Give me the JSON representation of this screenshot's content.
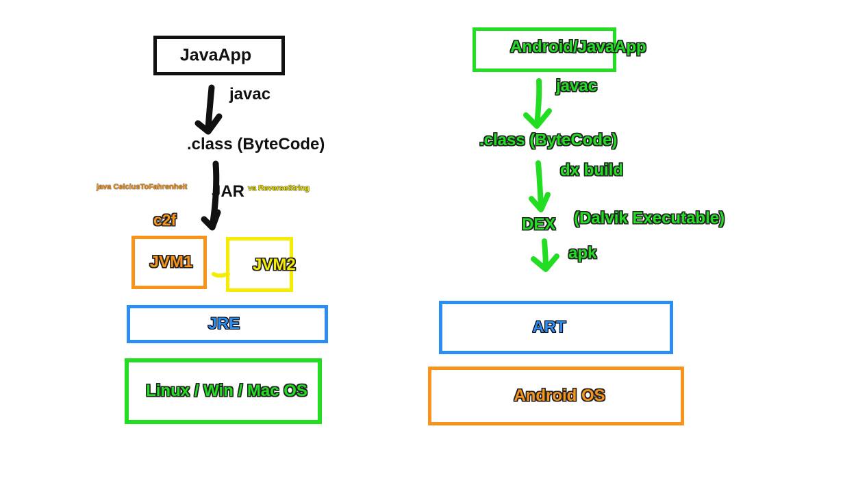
{
  "colors": {
    "black": "#111111",
    "green": "#22dd22",
    "orange": "#f7941d",
    "yellow": "#f5ec00",
    "blue": "#2e8ef0"
  },
  "left": {
    "app": "JavaApp",
    "compile": "javac",
    "bytecode": ".class (ByteCode)",
    "jar": "JAR",
    "run1": "java CelciusToFahrenheit",
    "run2": "va ReverseString",
    "alias": "c2f",
    "jvm1": "JVM1",
    "jvm2": "JVM2",
    "runtime": "JRE",
    "os": "Linux / Win / Mac OS"
  },
  "right": {
    "app": "Android/JavaApp",
    "compile": "javac",
    "bytecode": ".class (ByteCode)",
    "build": "dx build",
    "dex": "DEX",
    "dex_full": "(Dalvik Executable)",
    "package": "apk",
    "runtime": "ART",
    "os": "Android OS"
  }
}
